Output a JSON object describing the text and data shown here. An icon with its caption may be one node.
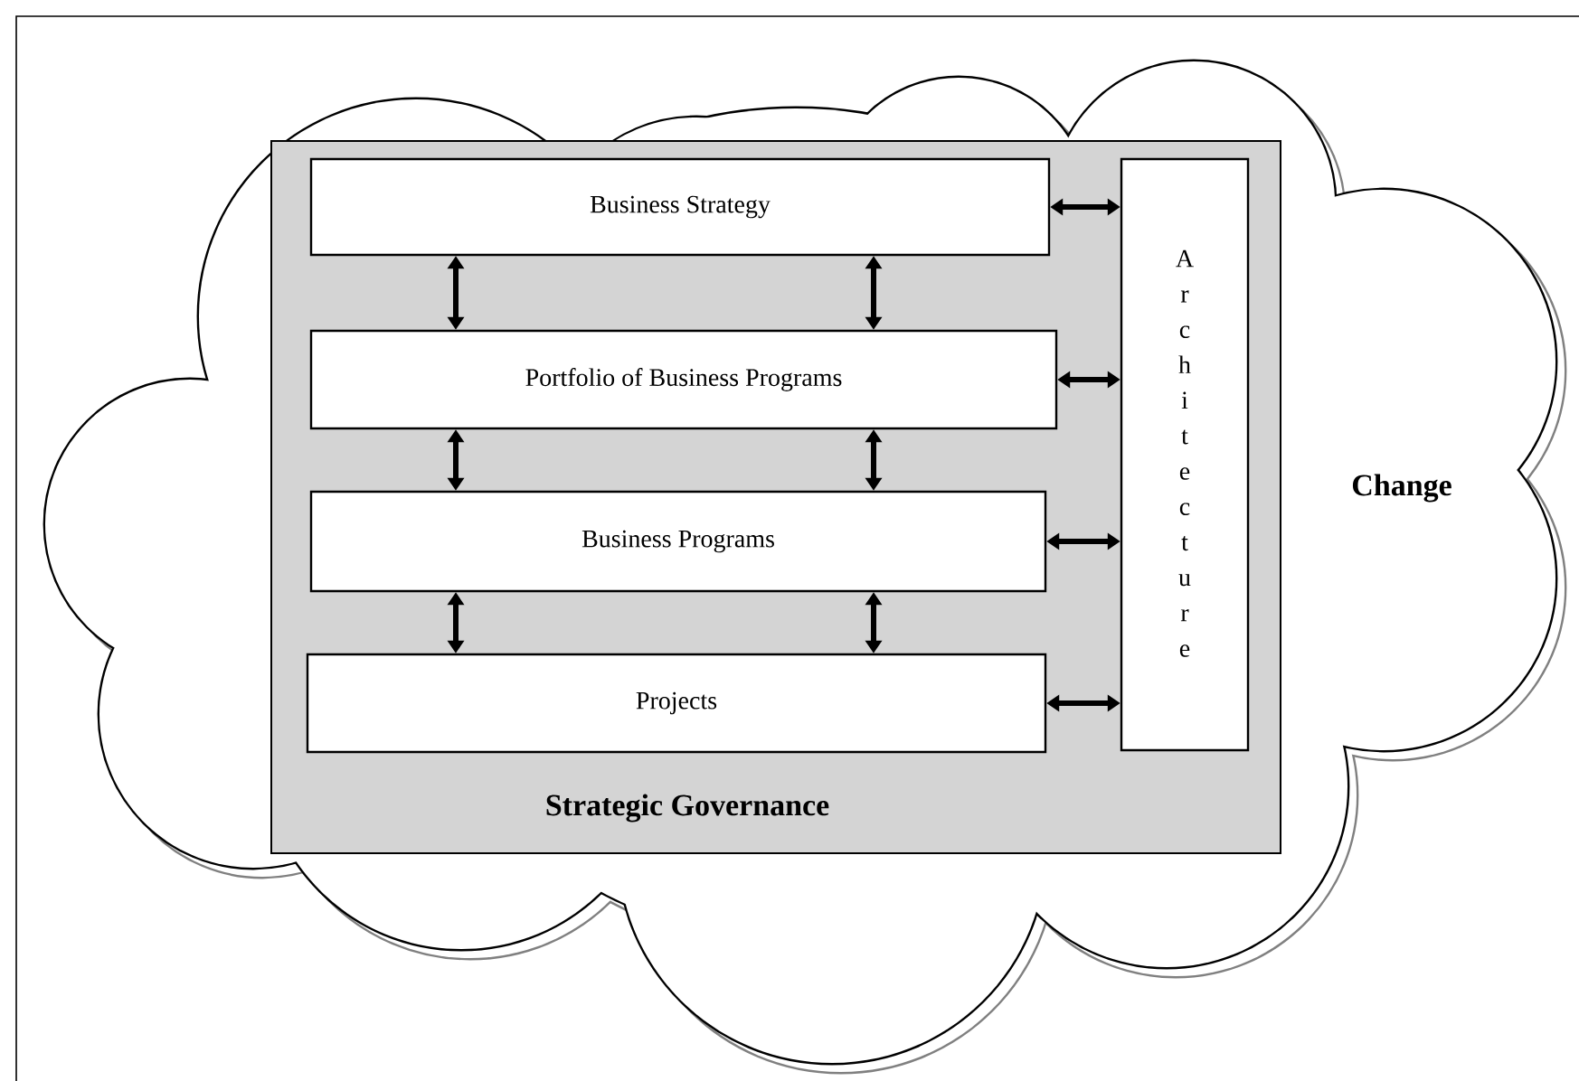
{
  "diagram": {
    "nodes": [
      {
        "text": [
          "Change"
        ]
      },
      {
        "text": [
          "Strategic Governance"
        ],
        "in": 0
      },
      {
        "text": [
          "Business Strategy"
        ],
        "in": 1
      },
      {
        "text": [
          "Portfolio of Business Programs"
        ],
        "in": 1
      },
      {
        "text": [
          "Business Programs"
        ],
        "in": 1
      },
      {
        "text": [
          "Projects"
        ],
        "in": 1
      },
      {
        "text": [
          "Architecture"
        ],
        "in": 1
      }
    ],
    "edges": [
      {
        "from": 2,
        "to": 3,
        "arrow": "both"
      },
      {
        "from": 2,
        "to": 3,
        "arrow": "both"
      },
      {
        "from": 3,
        "to": 4,
        "arrow": "both"
      },
      {
        "from": 3,
        "to": 4,
        "arrow": "both"
      },
      {
        "from": 4,
        "to": 5,
        "arrow": "both"
      },
      {
        "from": 4,
        "to": 5,
        "arrow": "both"
      },
      {
        "from": 2,
        "to": 6,
        "arrow": "both"
      },
      {
        "from": 3,
        "to": 6,
        "arrow": "both"
      },
      {
        "from": 4,
        "to": 6,
        "arrow": "both"
      },
      {
        "from": 5,
        "to": 6,
        "arrow": "both"
      }
    ]
  }
}
